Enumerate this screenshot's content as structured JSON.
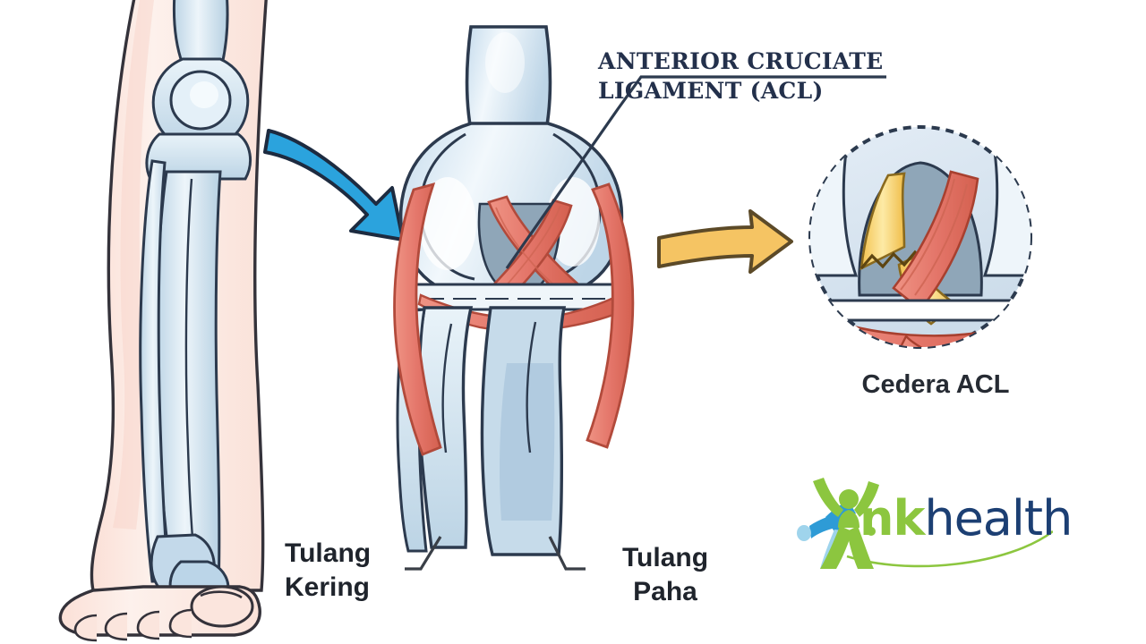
{
  "diagram": {
    "type": "anatomical-illustration",
    "subject": "Anterior Cruciate Ligament (ACL) knee anatomy and injury",
    "background_color": "#ffffff"
  },
  "annotations": {
    "acl_title_line1": "ANTERIOR CRUCIATE",
    "acl_title_line2": "LIGAMENT (ACL)",
    "acl_title_color": "#23304b",
    "tibia_label_line1": "Tulang",
    "tibia_label_line2": "Kering",
    "femur_label_line1": "Tulang",
    "femur_label_line2": "Paha",
    "inset_label": "Cedera ACL",
    "label_color": "#1f242c"
  },
  "arrows": {
    "blue": {
      "name": "blue-arrow",
      "direction": "down-right",
      "fill": "#2ba3dd",
      "stroke": "#1d2b40"
    },
    "yellow": {
      "name": "yellow-arrow",
      "direction": "right",
      "fill": "#f5c463",
      "stroke": "#5c4a28"
    }
  },
  "logo": {
    "brand_part1": "nk",
    "brand_part2": "health",
    "color_green": "#8cc63f",
    "color_navy": "#1c3f73",
    "color_blue": "#2e9bd6",
    "icon": "running-person-icon"
  },
  "palette": {
    "bone": "#ccdeea",
    "bone_light": "#e9f2f8",
    "bone_shade": "#b0cade",
    "skin": "#fbe3dc",
    "skin_light": "#fdeee9",
    "ligament_red": "#e87f70",
    "ligament_red_dark": "#d2604f",
    "ligament_yellow": "#f7cf63",
    "notch_gray": "#8fa6b8",
    "outline": "#2c3a4e",
    "inset_bg": "#dde8f2"
  },
  "panels": [
    {
      "name": "leg-overview-panel",
      "description": "Full lower leg with skeleton showing patella, femur, tibia, fibula and foot"
    },
    {
      "name": "knee-detail-panel",
      "description": "Close-up knee joint with crossed ACL and PCL ligaments"
    },
    {
      "name": "acl-injury-inset-panel",
      "description": "Circular dashed inset showing torn ACL with jagged rupture"
    }
  ]
}
